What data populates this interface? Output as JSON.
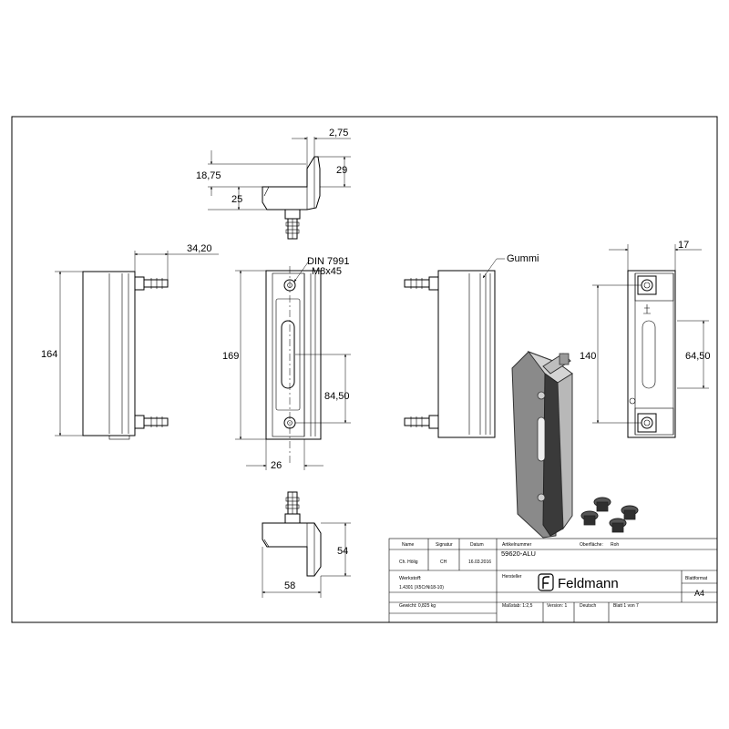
{
  "dimensions": {
    "top_width": "2,75",
    "top_height1": "18,75",
    "top_height2": "29",
    "top_height3": "25",
    "left_depth": "34,20",
    "left_height": "164",
    "mid_height": "169",
    "mid_hole_spacing": "84,50",
    "mid_width": "26",
    "mid_screw": "DIN 7991",
    "mid_screw_size": "M8x45",
    "rubber_label": "Gummi",
    "right_depth": "17",
    "right_height": "140",
    "right_hole_spacing": "64,50",
    "bottom_height": "54",
    "bottom_width": "58"
  },
  "title_block": {
    "headers": {
      "name": "Name",
      "signature": "Signatur",
      "date": "Datum",
      "article_no": "Artikelnummer",
      "surface": "Oberfläche:",
      "surface_value": "Roh"
    },
    "row1": {
      "name": "Ch. Hölig",
      "signature": "CH",
      "date": "16.03.2016",
      "article_no": "59620-ALU"
    },
    "material_label": "Werkstoff:",
    "material_value": "1.4301 (X5CrNi18-10)",
    "manufacturer_label": "Hersteller",
    "logo_text": "Feldmann",
    "format_label": "Blattformat",
    "format_value": "A4",
    "weight": "Gewicht: 0,825 kg",
    "scale": "Maßstab: 1:2,5",
    "version": "Version: 1",
    "language": "Deutsch",
    "sheet": "Blatt 1 von 7"
  }
}
